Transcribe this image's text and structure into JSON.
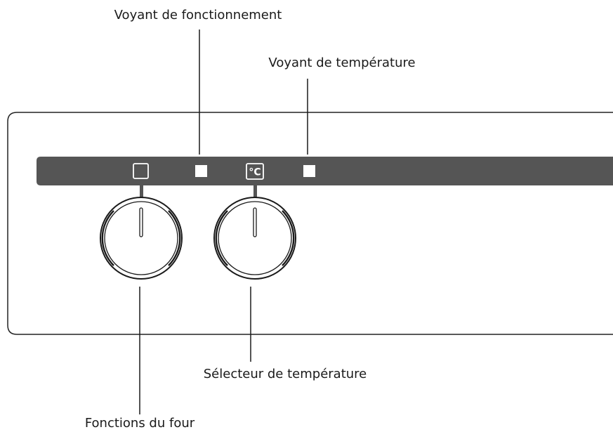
{
  "labels": {
    "operating_light": "Voyant de fonctionnement",
    "temperature_light": "Voyant de température",
    "temperature_selector": "Sélecteur de température",
    "oven_functions": "Fonctions du four"
  },
  "symbols": {
    "celsius": "°C"
  },
  "colors": {
    "line": "#1a1a1a",
    "strip": "#555555",
    "panel_border": "#222222",
    "indicator": "#ffffff"
  }
}
